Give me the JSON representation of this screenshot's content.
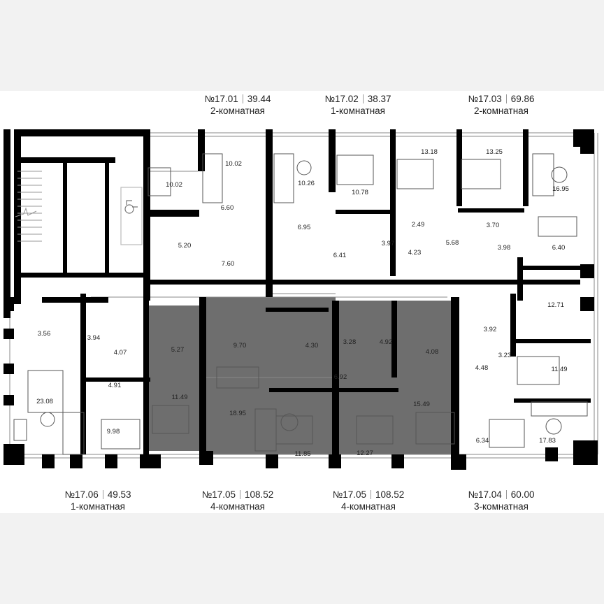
{
  "colors": {
    "highlight": "#6e6e6e",
    "wall": "#000000",
    "background": "#ffffff"
  },
  "apartments": [
    {
      "number": "№17.01",
      "area": "39.44",
      "type": "2-комнатная"
    },
    {
      "number": "№17.02",
      "area": "38.37",
      "type": "1-комнатная"
    },
    {
      "number": "№17.03",
      "area": "69.86",
      "type": "2-комнатная"
    },
    {
      "number": "№17.06",
      "area": "49.53",
      "type": "1-комнатная"
    },
    {
      "number": "№17.05",
      "area": "108.52",
      "type": "4-комнатная"
    },
    {
      "number": "№17.05",
      "area": "108.52",
      "type": "4-комнатная"
    },
    {
      "number": "№17.04",
      "area": "60.00",
      "type": "3-комнатная"
    }
  ],
  "highlighted_apartment": "№17.05",
  "rooms": [
    "10.02",
    "10.02",
    "6.60",
    "5.20",
    "7.60",
    "10.26",
    "6.95",
    "6.41",
    "10.78",
    "13.18",
    "3.97",
    "2.49",
    "4.23",
    "5.68",
    "13.25",
    "3.70",
    "3.98",
    "16.95",
    "6.40",
    "12.71",
    "3.56",
    "3.94",
    "4.07",
    "4.91",
    "23.08",
    "9.98",
    "5.27",
    "11.49",
    "9.70",
    "18.95",
    "4.30",
    "3.28",
    "4.92",
    "4.08",
    "6.92",
    "11.85",
    "12.27",
    "15.49",
    "3.92",
    "3.23",
    "4.48",
    "11.49",
    "6.34",
    "17.83"
  ],
  "icons": [
    "stair-icon",
    "wheelchair-accessible-icon",
    "elevator-icon"
  ]
}
